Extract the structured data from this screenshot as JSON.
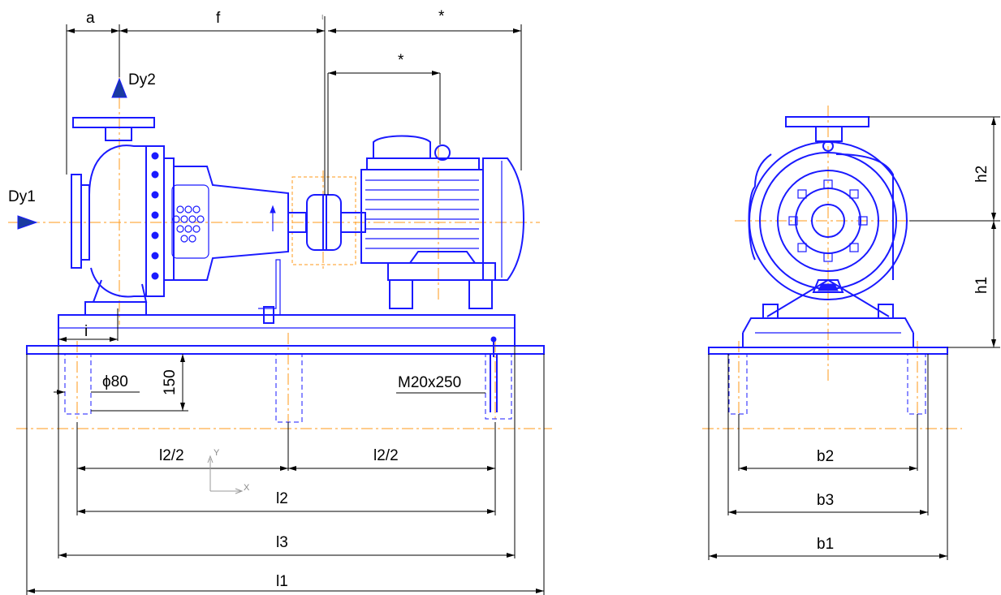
{
  "side_view": {
    "dims": {
      "a": "a",
      "f": "f",
      "star_top": "*",
      "star_motor": "*",
      "i": "i",
      "phi": "ϕ80",
      "depth": "150",
      "bolt": "M20x250",
      "l2_half_left": "l2/2",
      "l2_half_right": "l2/2",
      "l2": "l2",
      "l3": "l3",
      "l1": "l1"
    },
    "flows": {
      "suction": "Dy1",
      "discharge": "Dy2"
    },
    "ucs": {
      "y": "Y",
      "x": "X"
    }
  },
  "front_view": {
    "dims": {
      "h2": "h2",
      "h1": "h1",
      "b2": "b2",
      "b3": "b3",
      "b1": "b1"
    }
  },
  "colors": {
    "outline": "#1a1aff",
    "center_line": "#ff9a1a",
    "dimension": "#000000"
  }
}
